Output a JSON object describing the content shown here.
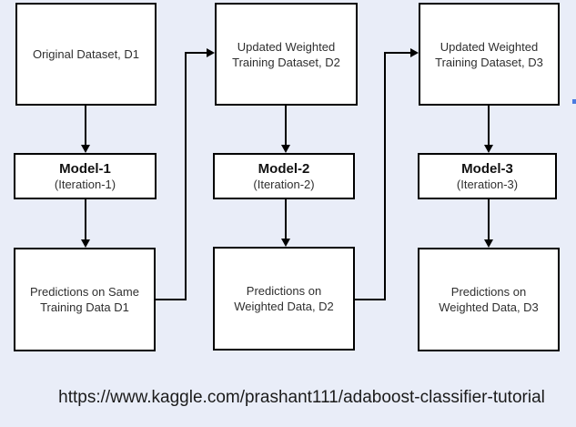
{
  "diagram": {
    "columns": [
      {
        "dataset": {
          "line1": "Original Dataset, D1",
          "line2": ""
        },
        "model": {
          "title": "Model-1",
          "subtitle": "(Iteration-1)"
        },
        "predictions": {
          "line1": "Predictions on Same",
          "line2": "Training Data D1"
        }
      },
      {
        "dataset": {
          "line1": "Updated Weighted",
          "line2": "Training Dataset, D2"
        },
        "model": {
          "title": "Model-2",
          "subtitle": "(Iteration-2)"
        },
        "predictions": {
          "line1": "Predictions on",
          "line2": "Weighted Data, D2"
        }
      },
      {
        "dataset": {
          "line1": "Updated Weighted",
          "line2": "Training Dataset, D3"
        },
        "model": {
          "title": "Model-3",
          "subtitle": "(Iteration-3)"
        },
        "predictions": {
          "line1": "Predictions on",
          "line2": "Weighted Data, D3"
        }
      }
    ],
    "colors": {
      "page_background": "#e9edf8",
      "box_fill": "#ffffff",
      "box_border": "#000000",
      "connector": "#000000",
      "edge_artifact_blue": "#4a7be0"
    }
  },
  "footer": {
    "url": "https://www.kaggle.com/prashant111/adaboost-classifier-tutorial"
  }
}
